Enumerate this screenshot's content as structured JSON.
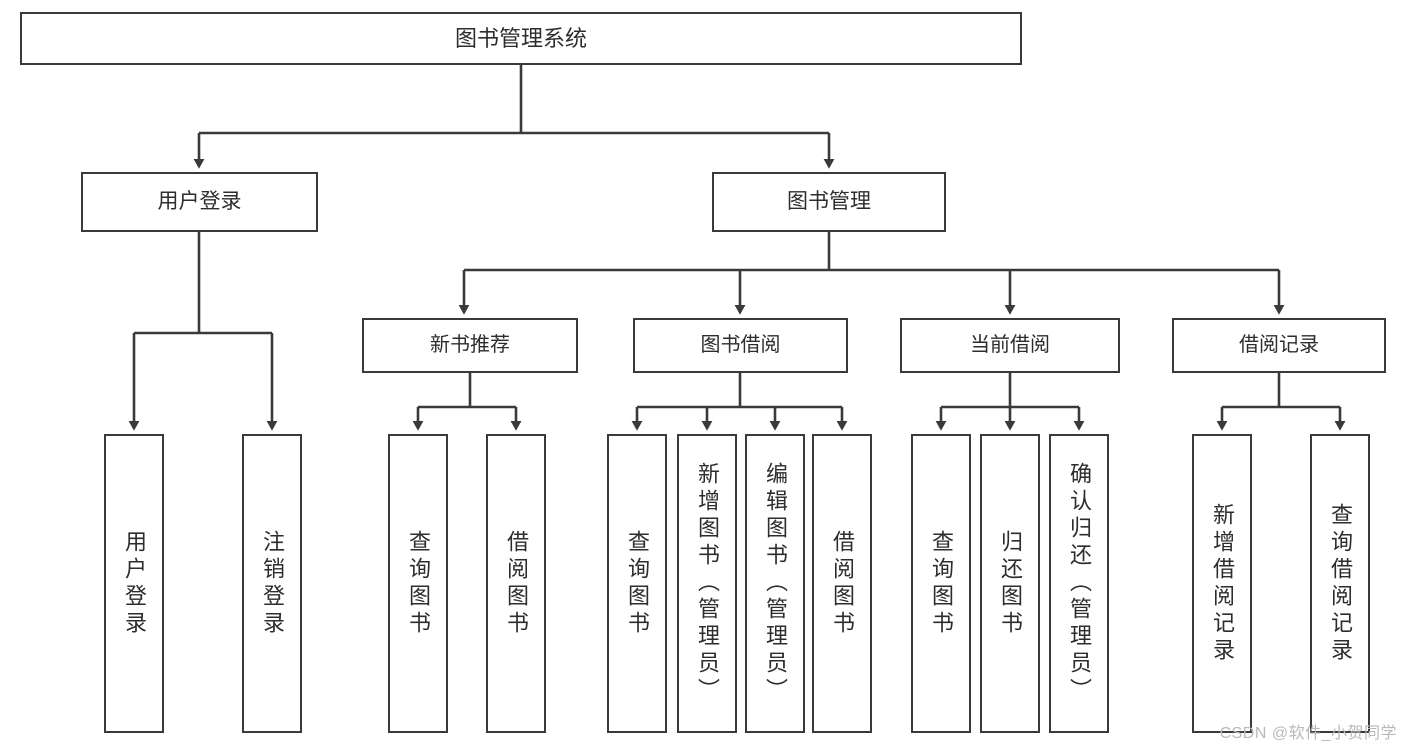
{
  "diagram": {
    "type": "tree-hierarchy",
    "title": "图书管理系统",
    "root": {
      "label": "图书管理系统"
    },
    "level2": [
      {
        "label": "用户登录"
      },
      {
        "label": "图书管理"
      }
    ],
    "level3": [
      {
        "label": "新书推荐"
      },
      {
        "label": "图书借阅"
      },
      {
        "label": "当前借阅"
      },
      {
        "label": "借阅记录"
      }
    ],
    "leaves": {
      "user_login": [
        {
          "label": "用户登录"
        },
        {
          "label": "注销登录"
        }
      ],
      "new_book_recommend": [
        {
          "label": "查询图书"
        },
        {
          "label": "借阅图书"
        }
      ],
      "book_borrow": [
        {
          "label": "查询图书"
        },
        {
          "label": "新增图书（管理员）"
        },
        {
          "label": "编辑图书（管理员）"
        },
        {
          "label": "借阅图书"
        }
      ],
      "current_borrow": [
        {
          "label": "查询图书"
        },
        {
          "label": "归还图书"
        },
        {
          "label": "确认归还（管理员）"
        }
      ],
      "borrow_record": [
        {
          "label": "新增借阅记录"
        },
        {
          "label": "查询借阅记录"
        }
      ]
    }
  },
  "watermark": {
    "text": "CSDN @软件_小贺同学"
  },
  "colors": {
    "border": "#3a3a3a",
    "text": "#2d2d2d",
    "background": "#ffffff",
    "watermark": "#b9b9b9"
  }
}
